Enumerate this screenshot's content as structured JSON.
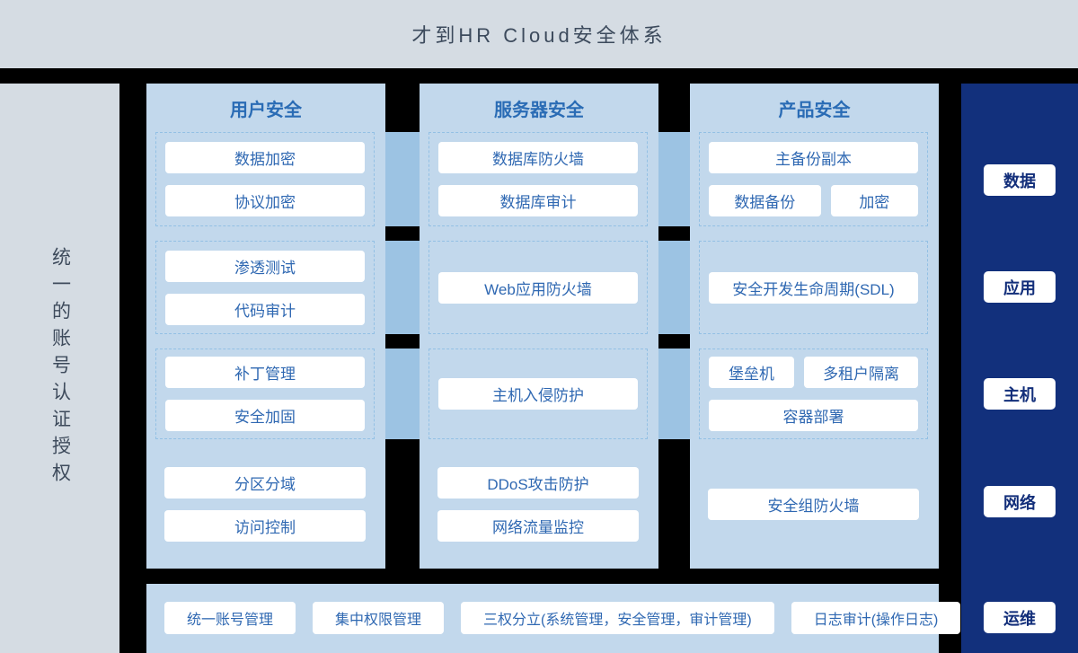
{
  "header": {
    "title": "才到HR Cloud安全体系"
  },
  "left_rail": {
    "label": "统一的账号认证授权"
  },
  "columns": [
    {
      "title": "用户安全",
      "groups": [
        {
          "style": "dashed",
          "rows": [
            [
              "数据加密"
            ],
            [
              "协议加密"
            ]
          ]
        },
        {
          "style": "dashed",
          "rows": [
            [
              "渗透测试"
            ],
            [
              "代码审计"
            ]
          ]
        },
        {
          "style": "dashed",
          "rows": [
            [
              "补丁管理"
            ],
            [
              "安全加固"
            ]
          ]
        },
        {
          "style": "plain",
          "rows": [
            [
              "分区分域"
            ],
            [
              "访问控制"
            ]
          ]
        }
      ]
    },
    {
      "title": "服务器安全",
      "groups": [
        {
          "style": "dashed",
          "rows": [
            [
              "数据库防火墙"
            ],
            [
              "数据库审计"
            ]
          ]
        },
        {
          "style": "dashed",
          "rows": [
            [
              "Web应用防火墙"
            ]
          ]
        },
        {
          "style": "dashed",
          "rows": [
            [
              "主机入侵防护"
            ]
          ]
        },
        {
          "style": "plain",
          "rows": [
            [
              "DDoS攻击防护"
            ],
            [
              "网络流量监控"
            ]
          ]
        }
      ]
    },
    {
      "title": "产品安全",
      "groups": [
        {
          "style": "dashed",
          "rows": [
            [
              "主备份副本"
            ],
            [
              "数据备份",
              "加密"
            ]
          ]
        },
        {
          "style": "dashed",
          "rows": [
            [
              "安全开发生命周期(SDL)"
            ]
          ]
        },
        {
          "style": "dashed",
          "rows": [
            [
              "堡垒机",
              "多租户隔离"
            ],
            [
              "容器部署"
            ]
          ]
        },
        {
          "style": "plain",
          "rows": [
            [
              "安全组防火墙"
            ]
          ]
        }
      ]
    }
  ],
  "right_rail": {
    "layers": [
      {
        "label": "数据"
      },
      {
        "label": "应用"
      },
      {
        "label": "主机"
      },
      {
        "label": "网络"
      },
      {
        "label": "运维"
      }
    ]
  },
  "bottom_bar": {
    "items": [
      "统一账号管理",
      "集中权限管理",
      "三权分立(系统管理，安全管理，审计管理)",
      "日志审计(操作日志)"
    ]
  },
  "colors": {
    "page_bg": "#000000",
    "band_bg": "#d5dce3",
    "panel_bg": "#c2d8ec",
    "bridge": "#9cc3e3",
    "chip_bg": "#ffffff",
    "chip_text": "#2f68b2",
    "column_title_text": "#2a6cb5",
    "navy_rail_bg": "#12307c",
    "navy_chip_text": "#122e7a",
    "title_text": "#3c4a5c"
  }
}
